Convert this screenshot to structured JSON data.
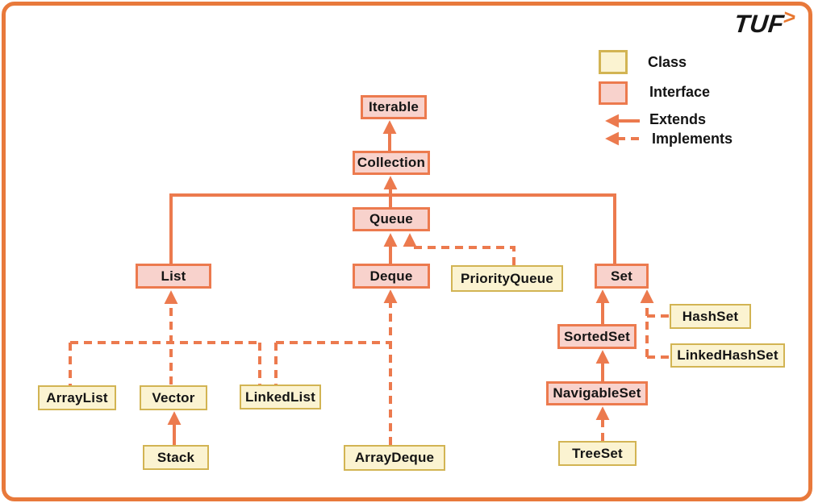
{
  "brand": {
    "name": "TUF",
    "chevron": ">"
  },
  "legend": {
    "class_label": "Class",
    "interface_label": "Interface",
    "extends_label": "Extends",
    "implements_label": "Implements"
  },
  "nodes": {
    "iterable": {
      "label": "Iterable",
      "type": "interface"
    },
    "collection": {
      "label": "Collection",
      "type": "interface"
    },
    "queue": {
      "label": "Queue",
      "type": "interface"
    },
    "list": {
      "label": "List",
      "type": "interface"
    },
    "deque": {
      "label": "Deque",
      "type": "interface"
    },
    "priority_queue": {
      "label": "PriorityQueue",
      "type": "class"
    },
    "set": {
      "label": "Set",
      "type": "interface"
    },
    "sorted_set": {
      "label": "SortedSet",
      "type": "interface"
    },
    "navigable_set": {
      "label": "NavigableSet",
      "type": "interface"
    },
    "tree_set": {
      "label": "TreeSet",
      "type": "class"
    },
    "hash_set": {
      "label": "HashSet",
      "type": "class"
    },
    "linked_hash_set": {
      "label": "LinkedHashSet",
      "type": "class"
    },
    "array_list": {
      "label": "ArrayList",
      "type": "class"
    },
    "vector": {
      "label": "Vector",
      "type": "class"
    },
    "linked_list": {
      "label": "LinkedList",
      "type": "class"
    },
    "stack": {
      "label": "Stack",
      "type": "class"
    },
    "array_deque": {
      "label": "ArrayDeque",
      "type": "class"
    }
  },
  "edges": [
    {
      "from": "Collection",
      "to": "Iterable",
      "relation": "extends"
    },
    {
      "from": "Queue",
      "to": "Collection",
      "relation": "extends"
    },
    {
      "from": "List",
      "to": "Collection",
      "relation": "extends"
    },
    {
      "from": "Set",
      "to": "Collection",
      "relation": "extends"
    },
    {
      "from": "Deque",
      "to": "Queue",
      "relation": "extends"
    },
    {
      "from": "PriorityQueue",
      "to": "Queue",
      "relation": "implements"
    },
    {
      "from": "SortedSet",
      "to": "Set",
      "relation": "extends"
    },
    {
      "from": "NavigableSet",
      "to": "SortedSet",
      "relation": "extends"
    },
    {
      "from": "TreeSet",
      "to": "NavigableSet",
      "relation": "implements"
    },
    {
      "from": "HashSet",
      "to": "Set",
      "relation": "implements"
    },
    {
      "from": "LinkedHashSet",
      "to": "Set",
      "relation": "implements"
    },
    {
      "from": "ArrayList",
      "to": "List",
      "relation": "implements"
    },
    {
      "from": "Vector",
      "to": "List",
      "relation": "implements"
    },
    {
      "from": "LinkedList",
      "to": "List",
      "relation": "implements"
    },
    {
      "from": "LinkedList",
      "to": "Deque",
      "relation": "implements"
    },
    {
      "from": "ArrayDeque",
      "to": "Deque",
      "relation": "implements"
    },
    {
      "from": "Stack",
      "to": "Vector",
      "relation": "extends"
    }
  ],
  "colors": {
    "class_fill": "#FBF3D1",
    "class_border": "#D2B453",
    "interface_fill": "#F8D2CC",
    "interface_border": "#EC7A4E",
    "connector": "#EC7A4E",
    "frame_border": "#E8793B",
    "text": "#141414"
  }
}
